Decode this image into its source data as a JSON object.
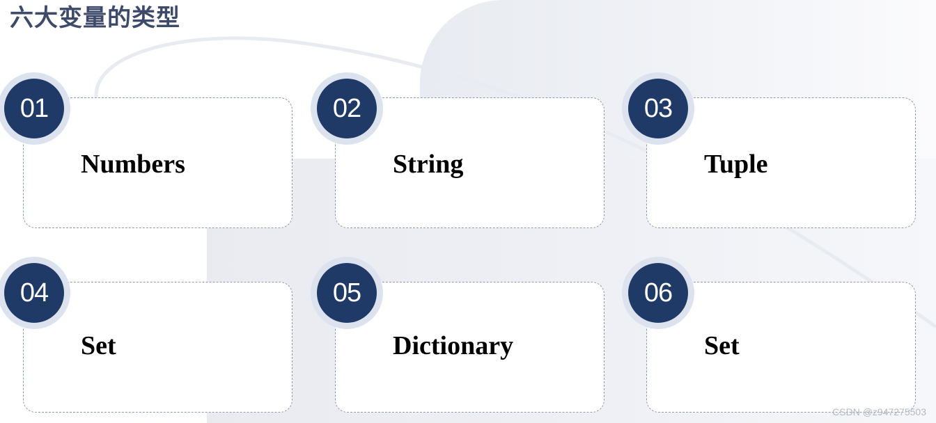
{
  "slide": {
    "title": "六大变量的类型"
  },
  "cards": [
    {
      "number": "01",
      "label": "Numbers"
    },
    {
      "number": "02",
      "label": "String"
    },
    {
      "number": "03",
      "label": "Tuple"
    },
    {
      "number": "04",
      "label": "Set"
    },
    {
      "number": "05",
      "label": "Dictionary"
    },
    {
      "number": "06",
      "label": "Set"
    }
  ],
  "watermark": "CSDN @z947275503",
  "colors": {
    "title": "#3d4a6a",
    "badge": "#1f3a66",
    "badge_halo": "#dde3ee",
    "card_border": "#8d98b2",
    "background_panel": "#eef0f5"
  }
}
